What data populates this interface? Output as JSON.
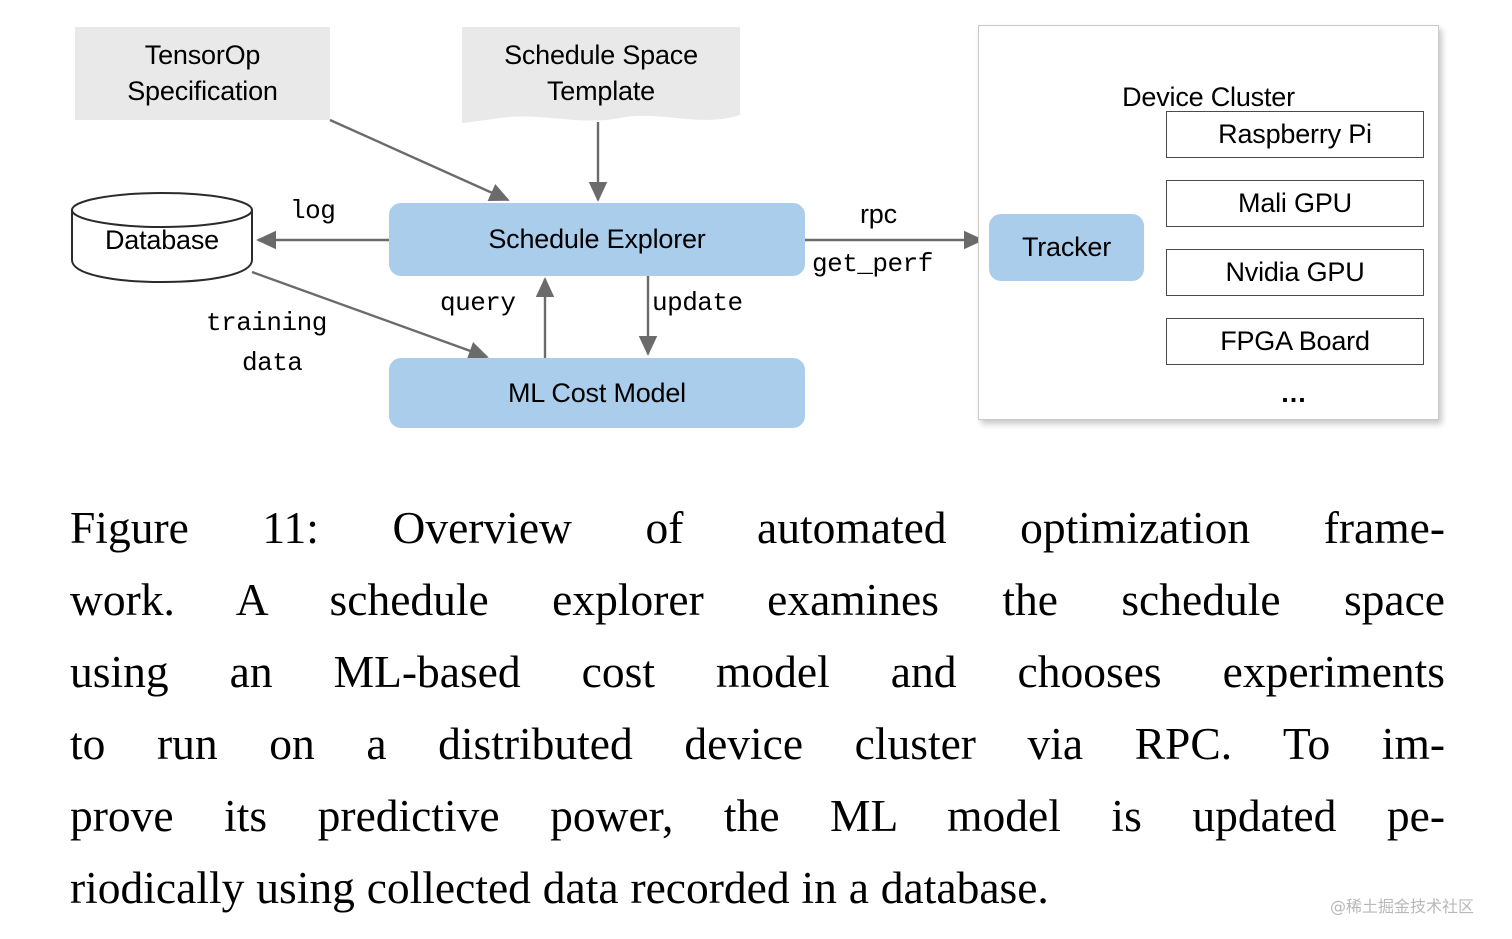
{
  "figure": {
    "nodes": {
      "tensorop": "TensorOp\nSpecification",
      "schedule_space": "Schedule Space\nTemplate",
      "database": "Database",
      "schedule_explorer": "Schedule Explorer",
      "ml_cost_model": "ML Cost Model",
      "tracker": "Tracker",
      "cluster_title": "Device Cluster",
      "ellipsis": "..."
    },
    "devices": [
      "Raspberry Pi",
      "Mali GPU",
      "Nvidia GPU",
      "FPGA Board"
    ],
    "edge_labels": {
      "log": "log",
      "training": "training",
      "data": "data",
      "query": "query",
      "update": "update",
      "rpc": "rpc",
      "get_perf": "get_perf"
    },
    "colors": {
      "blue_fill": "#a9cdeb",
      "gray_fill": "#e9e9e9",
      "arrow": "#6b6b6b",
      "device_border": "#4a4a4a",
      "panel_border": "#c9c9c9"
    }
  },
  "caption": {
    "text": "Figure 11: Overview of automated optimization frame-work. A schedule explorer examines the schedule space using an ML-based cost model and chooses experiments to run on a distributed device cluster via RPC. To improve its predictive power, the ML model is updated periodically using collected data recorded in a database.",
    "lines": [
      "Figure 11:  Overview of automated optimization frame-",
      "work.  A schedule explorer examines the schedule space",
      "using an ML-based cost model and chooses experiments",
      "to run on a distributed device cluster via RPC.  To im-",
      "prove its predictive power, the ML model is updated pe-",
      "riodically using collected data recorded in a database."
    ]
  },
  "watermark": {
    "text": "@稀土掘金技术社区"
  }
}
